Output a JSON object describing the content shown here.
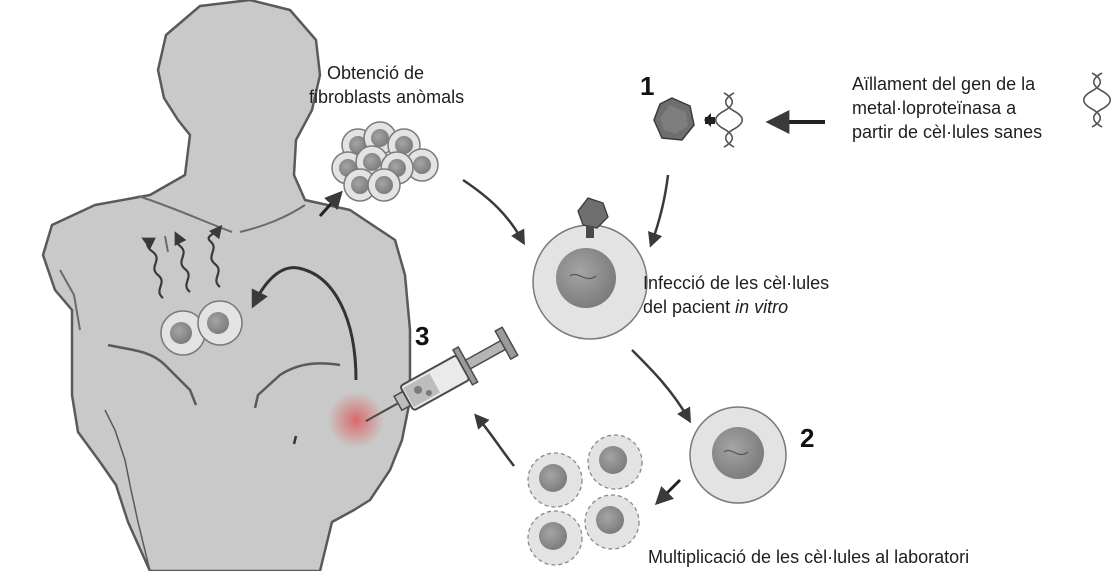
{
  "labels": {
    "obtain_line1": "Obtenció de",
    "obtain_line2": "fibroblasts anòmals",
    "isolate_line1": "Aïllament del gen de la",
    "isolate_line2": "metal·loproteïnasa a",
    "isolate_line3": "partir de cèl·lules sanes",
    "infect_line1": "Infecció de les cèl·lules",
    "infect_line2_prefix": "del pacient ",
    "infect_line2_italic": "in vitro",
    "multiply": "Multiplicació de les cèl·lules al laboratori"
  },
  "steps": {
    "one": "1",
    "two": "2",
    "three": "3"
  },
  "colors": {
    "body_fill": "#c9c9c9",
    "body_outline": "#5a5a5a",
    "cell_outer": "#e3e3e3",
    "nucleus": "#8f8f8f",
    "virus": "#6e6e6e",
    "injection_spot": "#e04a4a"
  },
  "icons": [
    "virus-icon",
    "dna-icon",
    "syringe-icon",
    "human-torso",
    "cell-icon",
    "wavy-arrow-icon"
  ]
}
